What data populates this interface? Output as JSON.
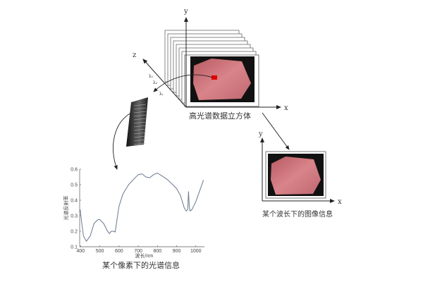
{
  "cube": {
    "caption": "高光谱数据立方体",
    "axis_x": "x",
    "axis_y": "y",
    "axis_z": "z",
    "lambda_labels": [
      "λ₁",
      "λ₂",
      "λᵢ"
    ]
  },
  "single_band": {
    "caption": "某个波长下的图像信息",
    "axis_x": "x",
    "axis_y": "y"
  },
  "spectrum": {
    "caption": "某个像素下的光谱信息"
  },
  "colors": {
    "meat": "#c8707a",
    "pixel": "#e00000",
    "curve": "#6a7890"
  },
  "chart_data": {
    "type": "line",
    "xlabel": "波长/nm",
    "ylabel": "光谱反射率",
    "xlim": [
      395,
      1045
    ],
    "ylim": [
      0.1,
      0.6
    ],
    "xticks": [
      "400",
      "500",
      "600",
      "700",
      "800",
      "900",
      "1000"
    ],
    "yticks": [
      "0.1",
      "0.2",
      "0.3",
      "0.4",
      "0.5",
      "0.6"
    ],
    "x": [
      398,
      405,
      415,
      430,
      450,
      470,
      490,
      500,
      520,
      540,
      550,
      560,
      570,
      580,
      590,
      600,
      620,
      650,
      680,
      700,
      720,
      740,
      760,
      780,
      800,
      820,
      850,
      880,
      900,
      920,
      940,
      950,
      958,
      962,
      966,
      970,
      980,
      1000,
      1020,
      1040
    ],
    "y": [
      0.34,
      0.26,
      0.17,
      0.135,
      0.17,
      0.25,
      0.275,
      0.275,
      0.25,
      0.2,
      0.185,
      0.2,
      0.2,
      0.195,
      0.28,
      0.36,
      0.44,
      0.5,
      0.54,
      0.565,
      0.57,
      0.55,
      0.545,
      0.565,
      0.575,
      0.56,
      0.535,
      0.5,
      0.475,
      0.43,
      0.35,
      0.33,
      0.34,
      0.455,
      0.36,
      0.33,
      0.34,
      0.39,
      0.46,
      0.53
    ]
  }
}
